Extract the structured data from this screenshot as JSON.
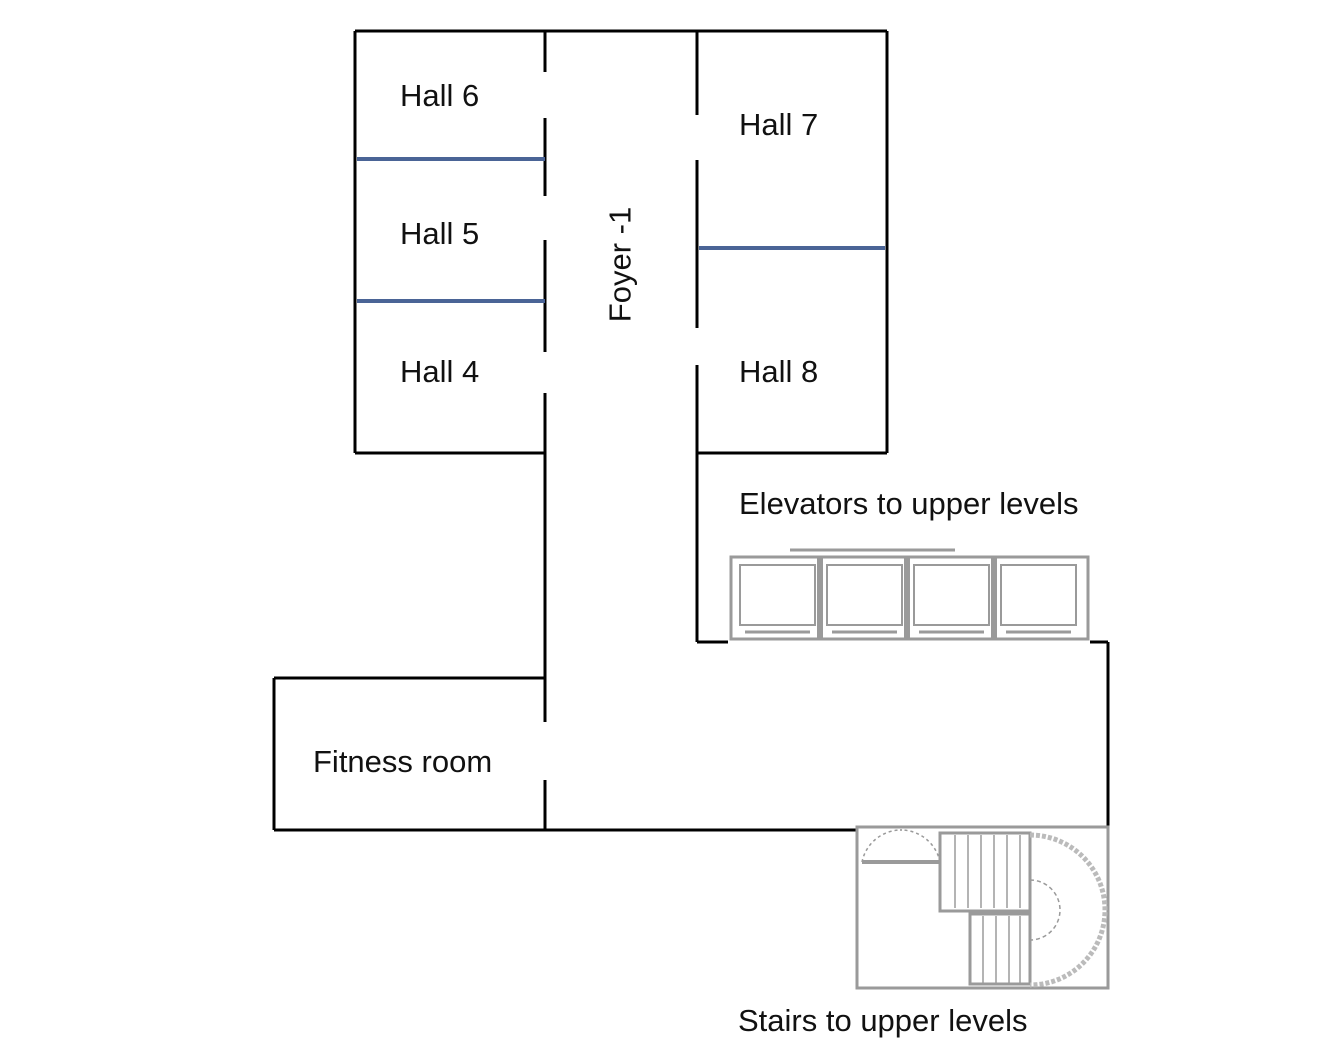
{
  "rooms": {
    "hall6": "Hall 6",
    "hall5": "Hall 5",
    "hall4": "Hall 4",
    "hall7": "Hall 7",
    "hall8": "Hall 8",
    "foyer": "Foyer -1",
    "fitness": "Fitness room"
  },
  "labels": {
    "elevators": "Elevators to upper levels",
    "stairs": "Stairs to upper levels"
  },
  "colors": {
    "wall": "#000000",
    "partition": "#4a6496",
    "fixture": "#a0a0a0"
  }
}
